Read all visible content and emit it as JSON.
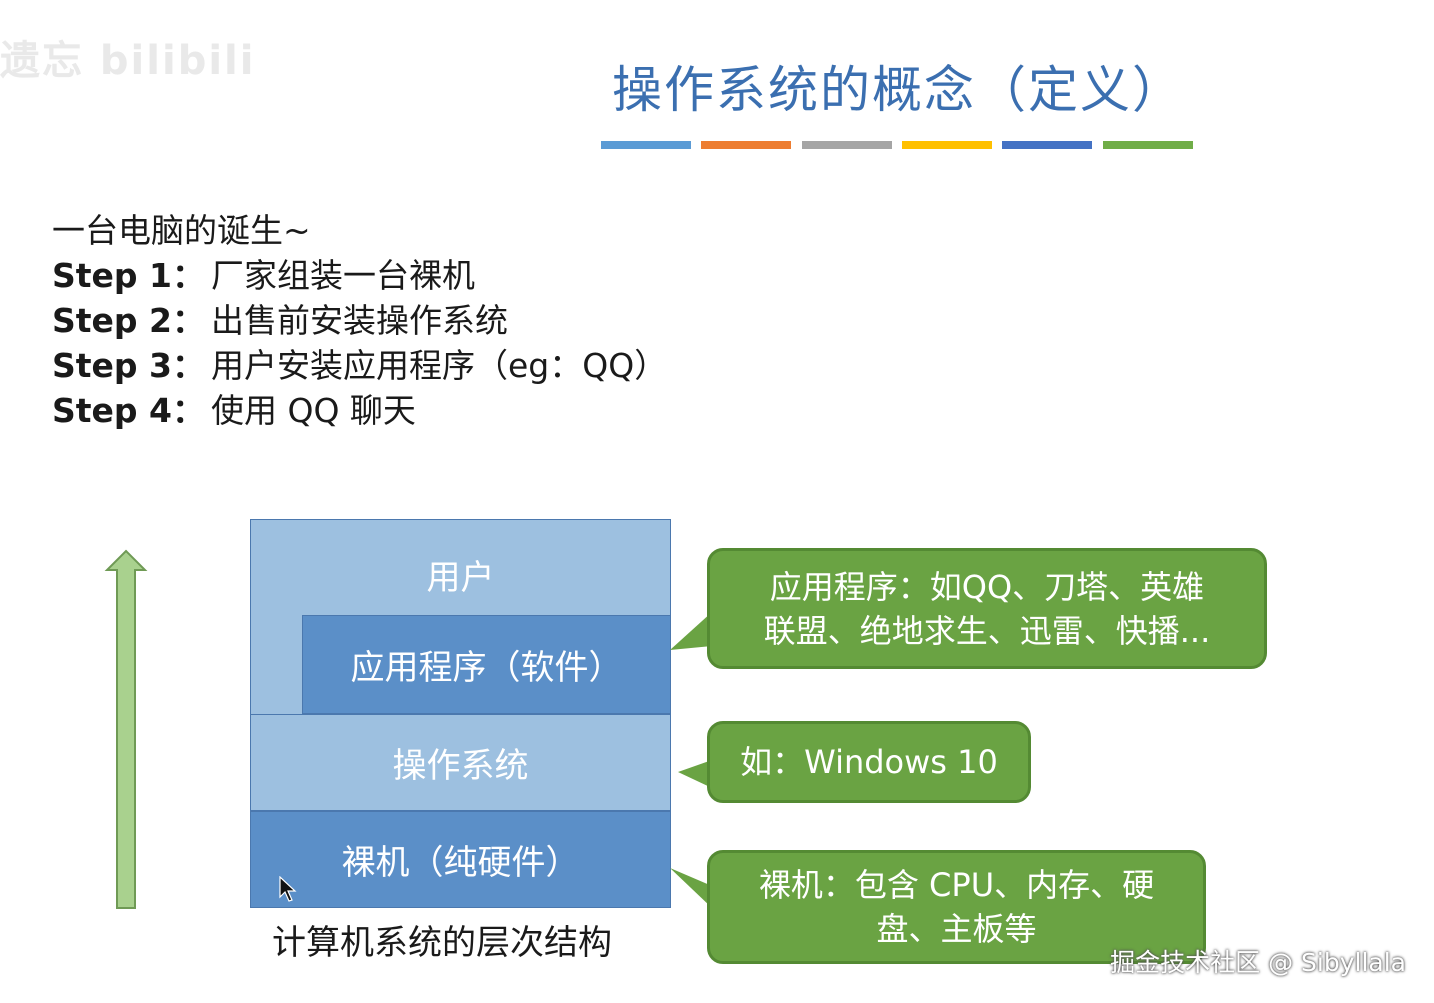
{
  "watermark": "遗忘 bilibili",
  "title": "操作系统的概念（定义）",
  "title_bar_colors": [
    "#5b9bd5",
    "#ed7d31",
    "#a5a5a5",
    "#ffc000",
    "#4472c4",
    "#70ad47"
  ],
  "intro": {
    "heading": "一台电脑的诞生~",
    "steps": [
      {
        "label": "Step 1：",
        "text": "厂家组装一台裸机"
      },
      {
        "label": "Step 2：",
        "text": "出售前安装操作系统"
      },
      {
        "label": "Step 3：",
        "text": "用户安装应用程序（eg：QQ）"
      },
      {
        "label": "Step 4：",
        "text": "使用 QQ 聊天"
      }
    ]
  },
  "diagram": {
    "layers": {
      "user": "用户",
      "app": "应用程序（软件）",
      "os": "操作系统",
      "hardware": "裸机（纯硬件）"
    },
    "caption": "计算机系统的层次结构",
    "callouts": {
      "app": [
        "应用程序：如QQ、刀塔、英雄",
        "联盟、绝地求生、迅雷、快播..."
      ],
      "os": "如：Windows 10",
      "hardware": [
        "裸机：包含 CPU、内存、硬",
        "盘、主板等"
      ]
    },
    "colors": {
      "light_layer": "#9dc0e0",
      "dark_layer": "#5b8fc8",
      "arrow": "#a9d18e",
      "callout": "#6aa343"
    }
  },
  "footer_watermark": "掘金技术社区 @ Sibyllala"
}
